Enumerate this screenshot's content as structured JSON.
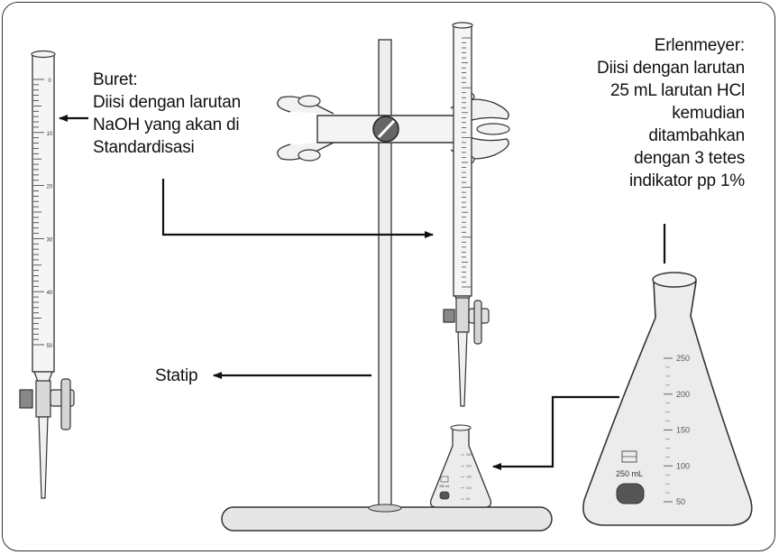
{
  "labels": {
    "buret": [
      "Buret:",
      "Diisi dengan larutan",
      "NaOH yang akan di",
      "Standardisasi"
    ],
    "erlenmeyer": [
      "Erlenmeyer:",
      "Diisi dengan larutan",
      "25 mL larutan HCl",
      "kemudian",
      "ditambahkan",
      "dengan 3 tetes",
      "indikator pp 1%"
    ],
    "statip": "Statip"
  },
  "buret_scale": [
    "0",
    "10",
    "20",
    "30",
    "40",
    "50"
  ],
  "flask_large": {
    "volume_mark": "250 mL",
    "scale": [
      "250",
      "200",
      "150",
      "100",
      "50"
    ]
  },
  "flask_small": {
    "volume_mark": "250 mL",
    "scale": [
      "250",
      "200",
      "150",
      "100",
      "50"
    ]
  }
}
